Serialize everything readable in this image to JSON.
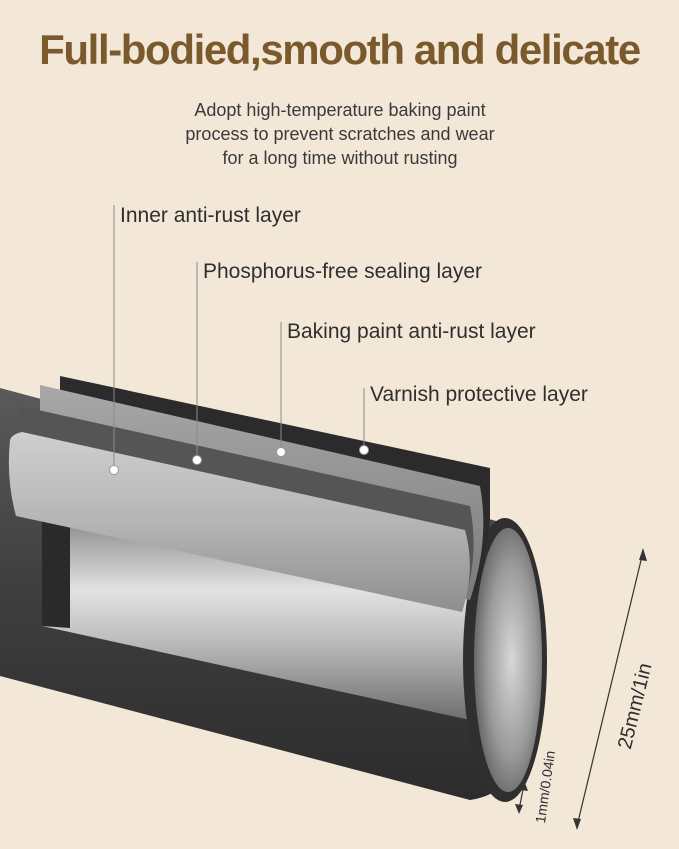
{
  "header": {
    "title": "Full-bodied,smooth and delicate",
    "subtitle_lines": [
      "Adopt high-temperature baking paint",
      "process to prevent scratches and wear",
      "for a long time without rusting"
    ]
  },
  "layers": [
    {
      "label": "Inner anti-rust layer"
    },
    {
      "label": "Phosphorus-free sealing layer"
    },
    {
      "label": "Baking paint anti-rust layer"
    },
    {
      "label": "Varnish protective layer"
    }
  ],
  "dimensions": {
    "diameter": "25mm/1in",
    "thickness": "1mm/0.04in"
  },
  "colors": {
    "background": "#f3e7d8",
    "title": "#7a5a2d",
    "tube_dark": "#3d3d3d"
  }
}
